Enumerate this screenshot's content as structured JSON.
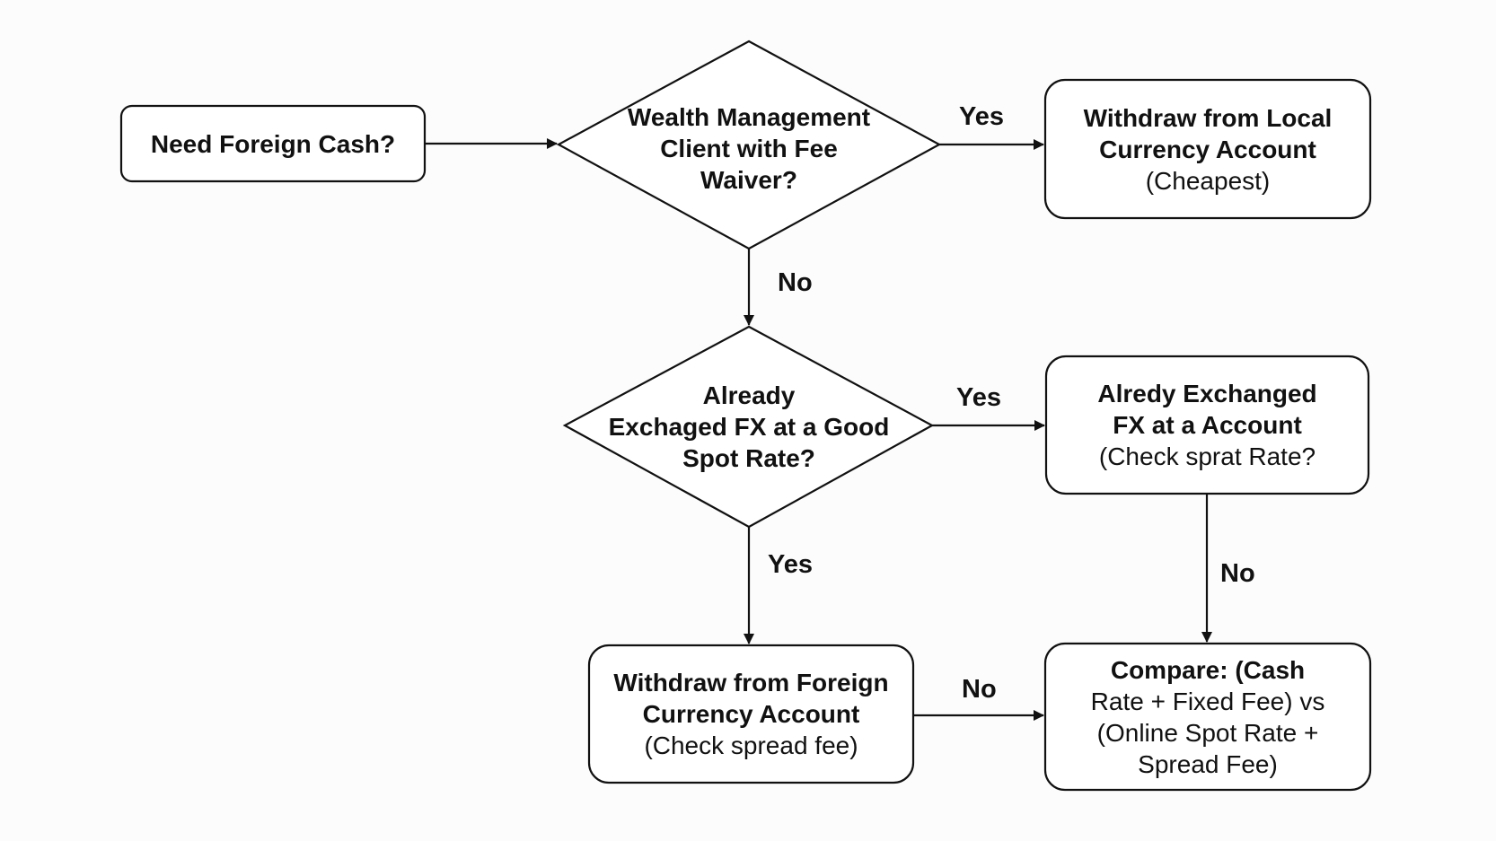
{
  "diagram": {
    "nodes": {
      "need_cash": {
        "lines": [
          "Need Foreign Cash?"
        ]
      },
      "wealth_client": {
        "lines": [
          "Wealth Management",
          "Client with Fee",
          "Waiver?"
        ]
      },
      "withdraw_local": {
        "lines": [
          "Withdraw from Local",
          "Currency Account"
        ],
        "note": "(Cheapest)"
      },
      "already_exchanged": {
        "lines": [
          "Already",
          "Exchaged FX at a Good",
          "Spot Rate?"
        ]
      },
      "alredy_exchanged_box": {
        "lines": [
          "Alredy Exchanged",
          "FX at a Account"
        ],
        "note": "(Check sprat Rate?"
      },
      "withdraw_foreign": {
        "lines": [
          "Withdraw from Foreign",
          "Currency Account"
        ],
        "note": "(Check spread fee)"
      },
      "compare": {
        "lines": [
          "Compare: (Cash",
          "Rate + Fixed Fee) vs",
          "(Online Spot Rate +",
          "Spread Fee)"
        ]
      }
    },
    "edges": {
      "wealth_yes": "Yes",
      "wealth_no": "No",
      "already_yes_right": "Yes",
      "already_yes_down": "Yes",
      "alredy_no": "No",
      "foreign_no": "No"
    },
    "colors": {
      "stroke": "#111111",
      "fill": "#ffffff",
      "background": "#fcfcfc"
    }
  }
}
